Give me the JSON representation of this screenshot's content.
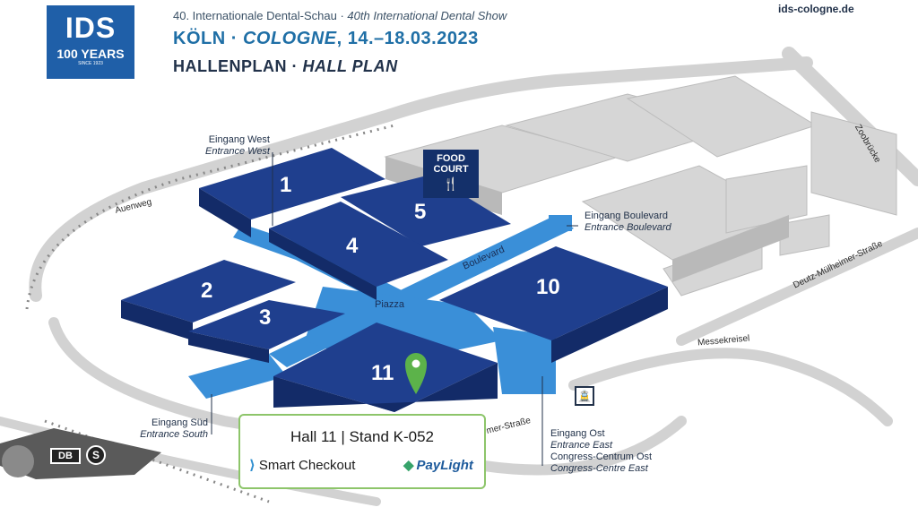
{
  "header": {
    "logo": {
      "text": "IDS",
      "years": "100 YEARS",
      "since": "SINCE 1923"
    },
    "line1_de": "40. Internationale Dental-Schau",
    "line1_sep": " · ",
    "line1_en": "40th International Dental Show",
    "line2_de": "KÖLN",
    "line2_sep": " · ",
    "line2_en": "COLOGNE",
    "line2_dates": ", 14.–18.03.2023",
    "line3_de": "HALLENPLAN",
    "line3_sep": " · ",
    "line3_en": "HALL PLAN",
    "website": "ids-cologne.de"
  },
  "halls": [
    {
      "num": "1"
    },
    {
      "num": "2"
    },
    {
      "num": "3"
    },
    {
      "num": "4"
    },
    {
      "num": "5"
    },
    {
      "num": "10"
    },
    {
      "num": "11"
    }
  ],
  "food_court": {
    "line1": "FOOD",
    "line2": "COURT",
    "icon": "fork-knife-icon",
    "glyph": "🍴"
  },
  "areas": {
    "plaza": "Piazza",
    "boulevard": "Boulevard"
  },
  "entrances": {
    "west": {
      "de": "Eingang West",
      "en": "Entrance West"
    },
    "boulevard": {
      "de": "Eingang Boulevard",
      "en": "Entrance Boulevard"
    },
    "south": {
      "de": "Eingang Süd",
      "en": "Entrance South"
    },
    "east": {
      "de": "Eingang Ost",
      "en": "Entrance East",
      "de2": "Congress-Centrum Ost",
      "en2": "Congress-Centre East"
    }
  },
  "streets": {
    "auenweg": "Auenweg",
    "zoobruecke": "Zoobrücke",
    "deutz": "Deutz-Mülheimer-Straße",
    "messekreisel": "Messekreisel",
    "bottom": "mer-Straße"
  },
  "transit": {
    "db": "DB",
    "s": "S",
    "tram_icon": "tram-icon",
    "tram_glyph": "🚊"
  },
  "stand_card": {
    "title": "Hall 11 | Stand K-052",
    "brand1": "Smart Checkout",
    "brand1_icon": "smartcheckout-logo-icon",
    "brand2": "PayLight",
    "brand2_icon": "paylight-logo-icon"
  },
  "colors": {
    "hall": "#1f3f8e",
    "hall_side": "#132b68",
    "walkway": "#3a8fd8",
    "pin": "#5cb34a",
    "building": "#d6d6d6",
    "road": "#d2d2d2"
  }
}
